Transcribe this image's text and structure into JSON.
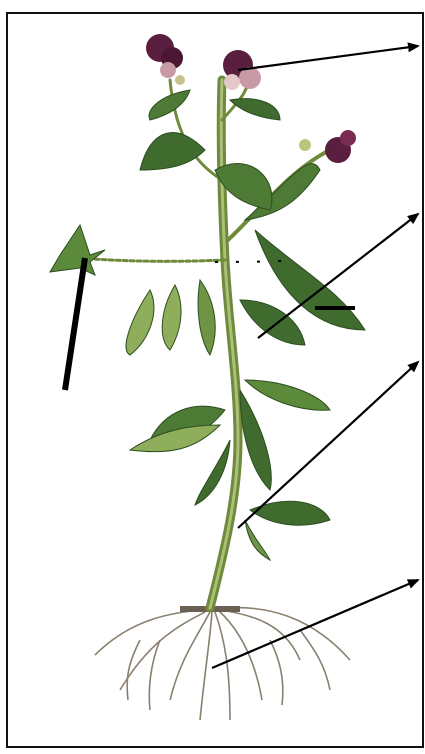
{
  "diagram": {
    "subject": "plant-structure",
    "labels": [],
    "colors": {
      "frame": "#111111",
      "arrow": "#000000",
      "stem": "#6f8a3a",
      "leaf": "#3f6b2e",
      "leaf_highlight": "#8fae5b",
      "petal": "#5a1f3e",
      "petal_light": "#c79aa6",
      "root": "#8a8070"
    },
    "parts": [
      {
        "name": "flower",
        "icon": "flower-icon"
      },
      {
        "name": "leaf",
        "icon": "leaf-icon"
      },
      {
        "name": "stem",
        "icon": "stem-icon"
      },
      {
        "name": "roots",
        "icon": "roots-icon"
      }
    ]
  }
}
